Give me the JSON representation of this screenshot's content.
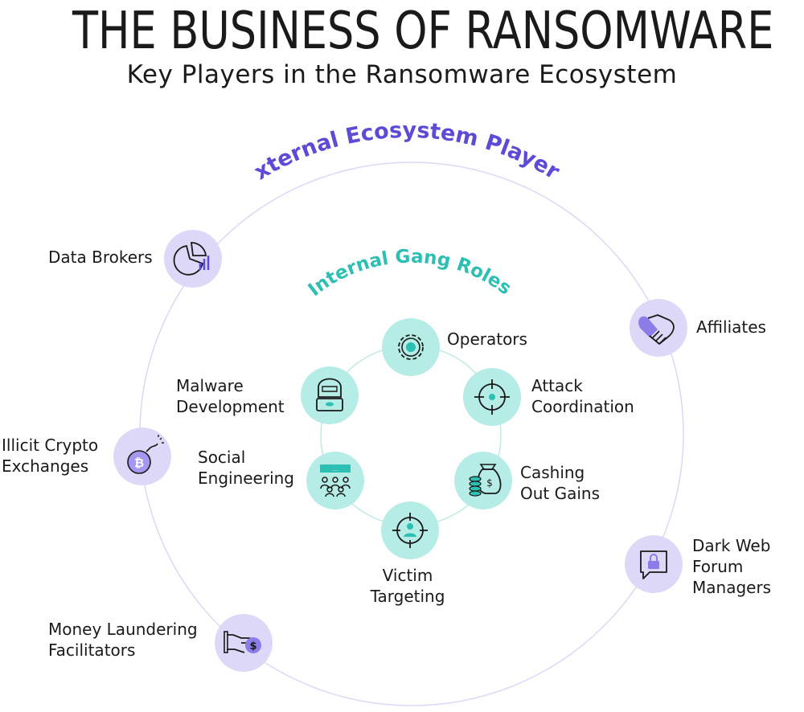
{
  "title": "THE BUSINESS OF RANSOMWARE",
  "subtitle": "Key Players in the Ransomware Ecosystem",
  "external": {
    "heading": "External Ecosystem Players",
    "items": [
      {
        "label": "Data Brokers",
        "icon": "pie-chart-icon"
      },
      {
        "label": "Affiliates",
        "icon": "handshake-icon"
      },
      {
        "label": "Illicit Crypto\nExchanges",
        "icon": "bitcoin-bomb-icon"
      },
      {
        "label": "Dark Web\nForum\nManagers",
        "icon": "chat-lock-icon"
      },
      {
        "label": "Money Laundering\nFacilitators",
        "icon": "hand-money-icon"
      }
    ]
  },
  "internal": {
    "heading": "Internal Gang Roles",
    "items": [
      {
        "label": "Operators",
        "icon": "gear-icon"
      },
      {
        "label": "Attack\nCoordination",
        "icon": "crosshair-icon"
      },
      {
        "label": "Cashing\nOut Gains",
        "icon": "money-bag-icon"
      },
      {
        "label": "Victim\nTargeting",
        "icon": "target-person-icon"
      },
      {
        "label": "Social\nEngineering",
        "icon": "group-presentation-icon"
      },
      {
        "label": "Malware\nDevelopment",
        "icon": "hacker-icon"
      }
    ]
  },
  "colors": {
    "external_accent": "#5b4bd6",
    "internal_accent": "#2dbfb3",
    "external_circle": "#ddd8f7",
    "internal_circle": "#b6ece6"
  }
}
